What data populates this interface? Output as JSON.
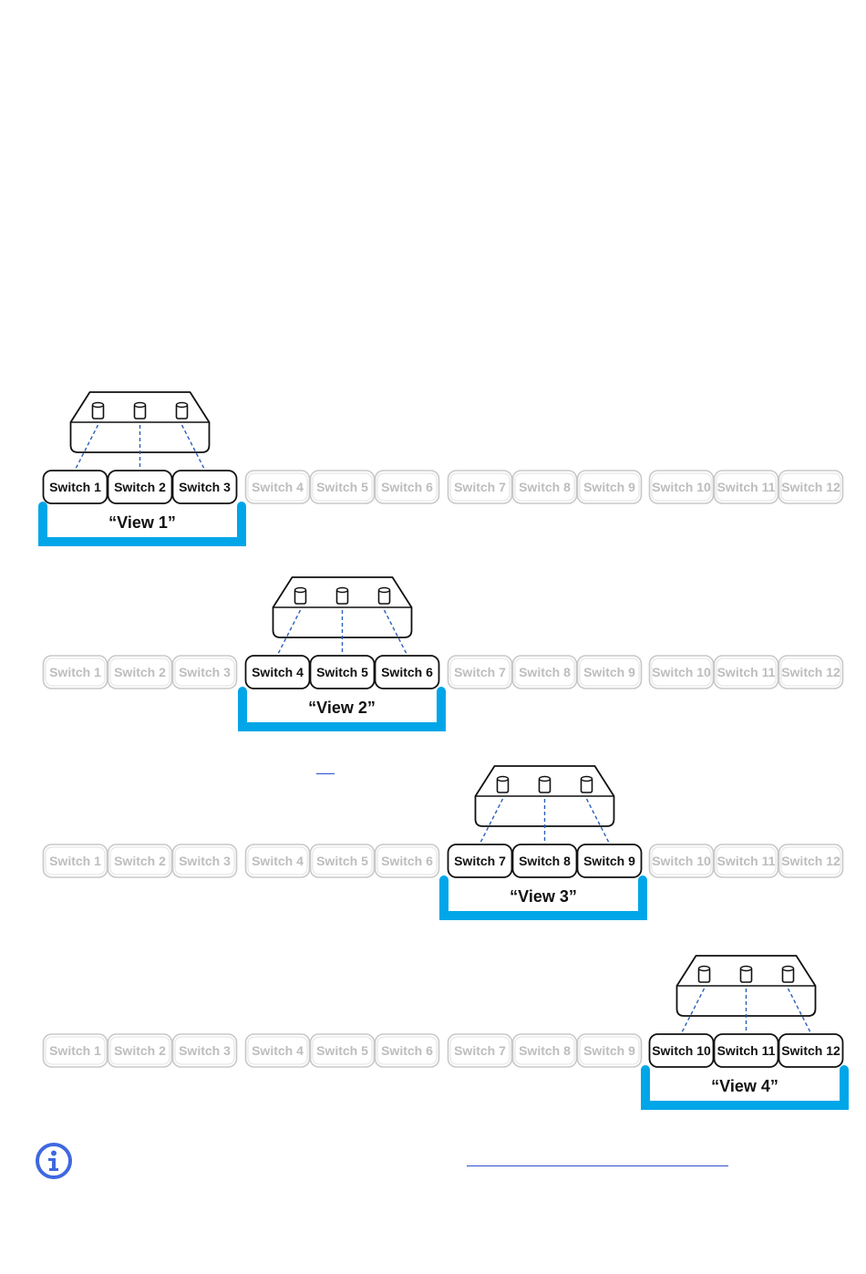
{
  "colors": {
    "accent": "#00a6e8",
    "active_border": "#111111",
    "inactive_border": "#c8c8c8",
    "inactive_text": "#bdbdbd",
    "link_dash": "#2b5fb8",
    "info": "#3f68e0",
    "link": "#2b4fd0"
  },
  "switches": [
    "Switch 1",
    "Switch 2",
    "Switch 3",
    "Switch 4",
    "Switch 5",
    "Switch 6",
    "Switch 7",
    "Switch 8",
    "Switch 9",
    "Switch 10",
    "Switch 11",
    "Switch 12"
  ],
  "views": [
    {
      "label": "“View 1”",
      "active": [
        0,
        1,
        2
      ]
    },
    {
      "label": "“View 2”",
      "active": [
        3,
        4,
        5
      ]
    },
    {
      "label": "“View 3”",
      "active": [
        6,
        7,
        8
      ]
    },
    {
      "label": "“View 4”",
      "active": [
        9,
        10,
        11
      ]
    }
  ],
  "icons": {
    "controller": "multi-switch-controller-icon",
    "info": "info-icon"
  }
}
